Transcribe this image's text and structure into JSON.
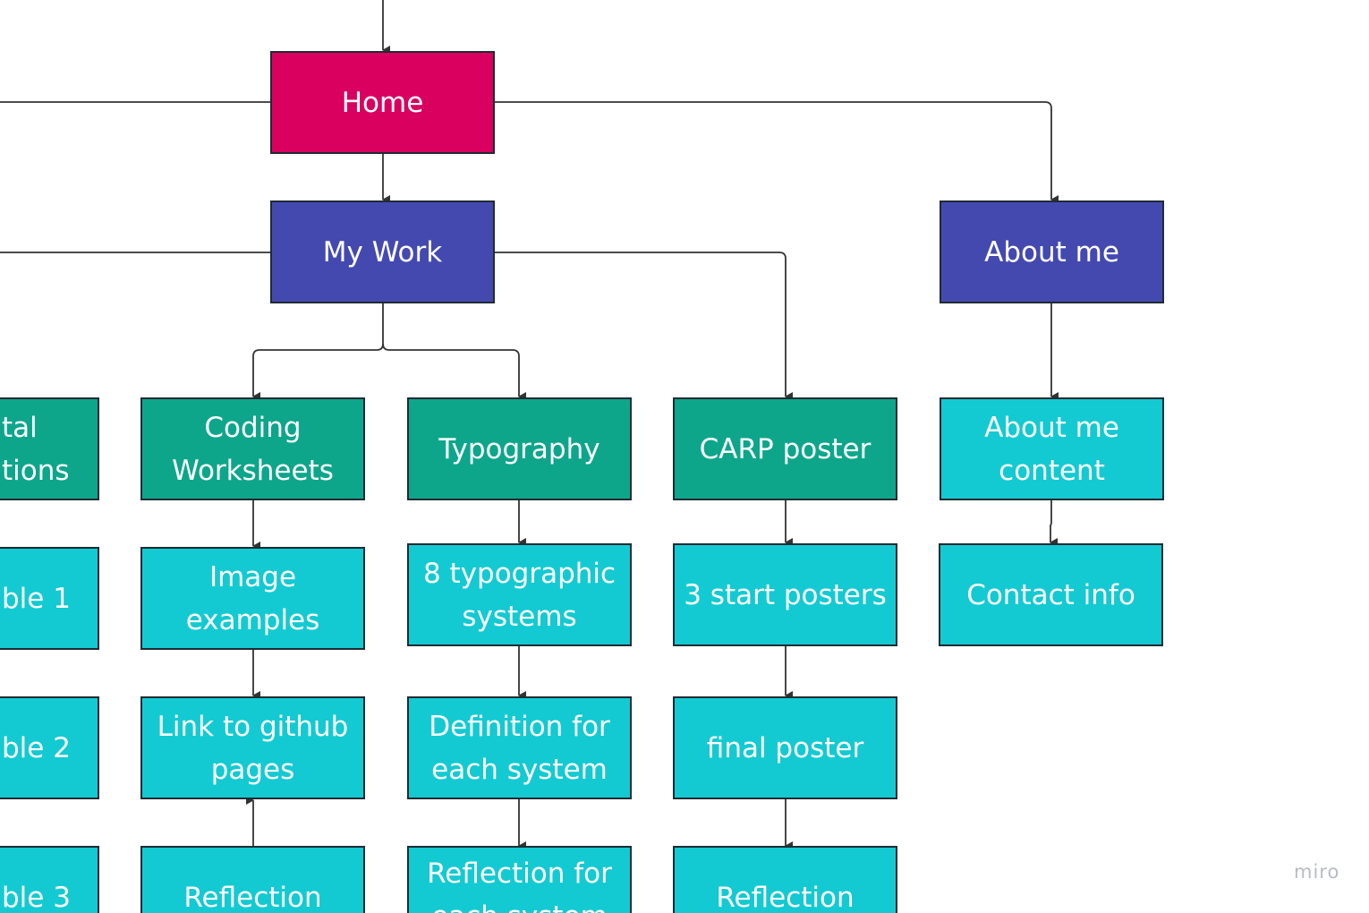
{
  "nodes": {
    "home": "Home",
    "my_work": "My Work",
    "about_me": "About me",
    "partial_top": "tal\ntions",
    "coding_worksheets": "Coding\nWorksheets",
    "typography": "Typography",
    "carp_poster": "CARP poster",
    "about_me_content": "About me\ncontent",
    "partial_ble_1": "ble 1",
    "image_examples": "Image\nexamples",
    "typographic_systems": "8 typographic\nsystems",
    "start_posters": "3 start posters",
    "contact_info": "Contact info",
    "partial_ble_2": "ble 2",
    "link_github": "Link to github\npages",
    "definition_system": "Definition for\neach system",
    "final_poster": "final poster",
    "partial_ble_3": "ble 3",
    "reflection_coding": "Reflection",
    "reflection_typography": "Reflection for\neach system",
    "reflection_carp": "Reflection"
  },
  "watermark": "miro",
  "colors": {
    "home": "#d90060",
    "nav": "#4449b0",
    "section": "#0da68b",
    "item": "#13cad2",
    "border": "#1f2b33",
    "connector": "#333333"
  }
}
